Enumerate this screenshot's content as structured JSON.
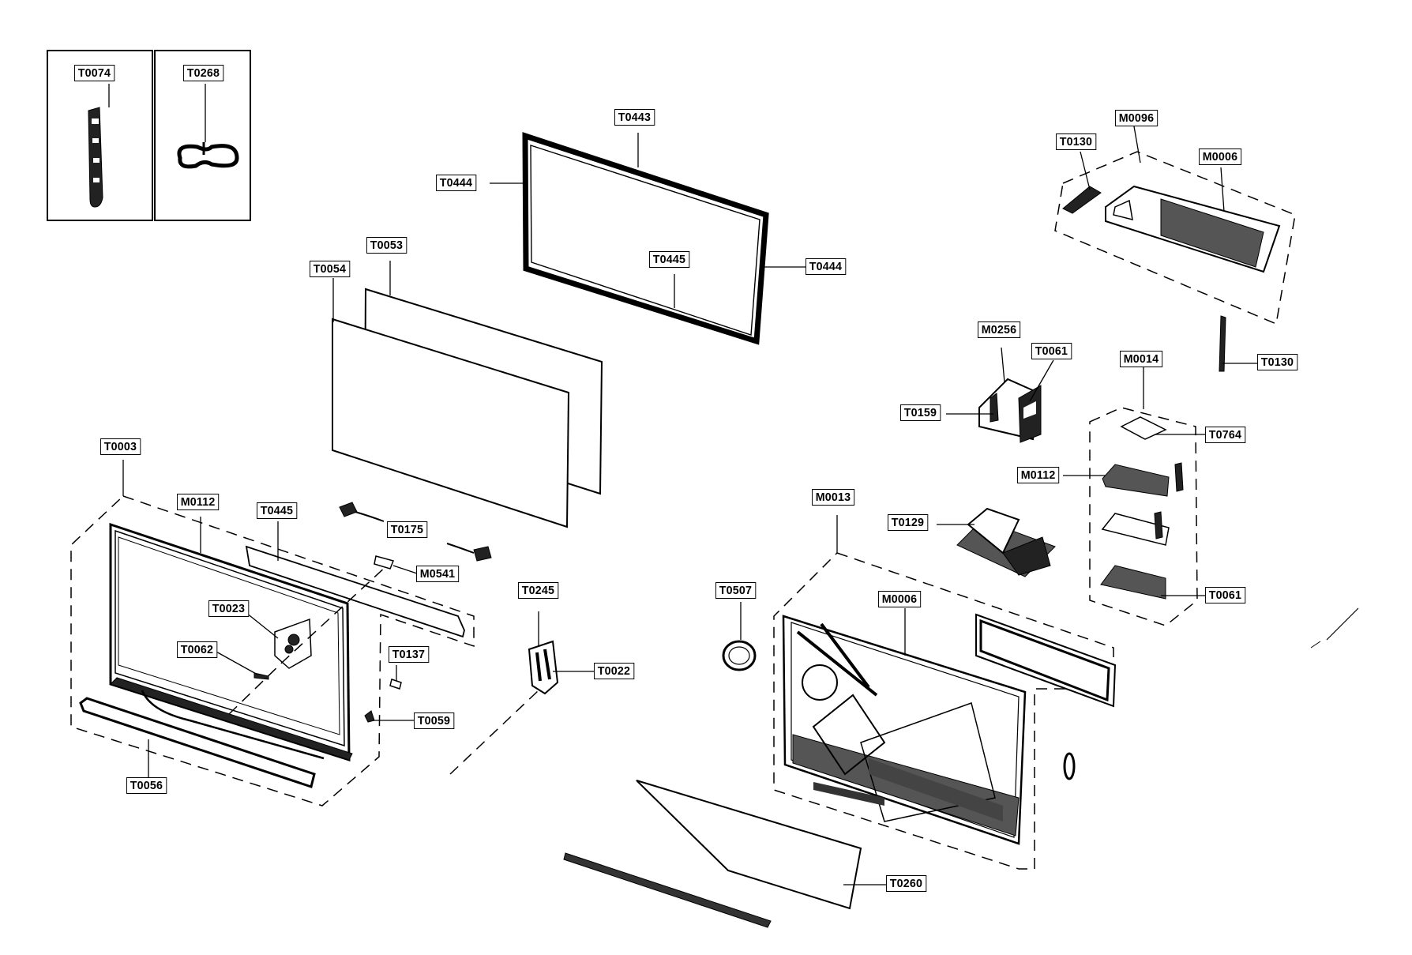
{
  "parts": [
    {
      "id": "lbl-T0074",
      "text": "T0074"
    },
    {
      "id": "lbl-T0268",
      "text": "T0268"
    },
    {
      "id": "lbl-T0443",
      "text": "T0443"
    },
    {
      "id": "lbl-T0444-a",
      "text": "T0444"
    },
    {
      "id": "lbl-T0444-b",
      "text": "T0444"
    },
    {
      "id": "lbl-T0445-a",
      "text": "T0445"
    },
    {
      "id": "lbl-T0053",
      "text": "T0053"
    },
    {
      "id": "lbl-T0054",
      "text": "T0054"
    },
    {
      "id": "lbl-T0003",
      "text": "T0003"
    },
    {
      "id": "lbl-M0112-a",
      "text": "M0112"
    },
    {
      "id": "lbl-T0445-b",
      "text": "T0445"
    },
    {
      "id": "lbl-T0175",
      "text": "T0175"
    },
    {
      "id": "lbl-M0541",
      "text": "M0541"
    },
    {
      "id": "lbl-T0023",
      "text": "T0023"
    },
    {
      "id": "lbl-T0062",
      "text": "T0062"
    },
    {
      "id": "lbl-T0137",
      "text": "T0137"
    },
    {
      "id": "lbl-T0059",
      "text": "T0059"
    },
    {
      "id": "lbl-T0056",
      "text": "T0056"
    },
    {
      "id": "lbl-T0245",
      "text": "T0245"
    },
    {
      "id": "lbl-T0022",
      "text": "T0022"
    },
    {
      "id": "lbl-T0507",
      "text": "T0507"
    },
    {
      "id": "lbl-M0013",
      "text": "M0013"
    },
    {
      "id": "lbl-M0006-b",
      "text": "M0006"
    },
    {
      "id": "lbl-T0129",
      "text": "T0129"
    },
    {
      "id": "lbl-T0260",
      "text": "T0260"
    },
    {
      "id": "lbl-T0130-a",
      "text": "T0130"
    },
    {
      "id": "lbl-M0096",
      "text": "M0096"
    },
    {
      "id": "lbl-M0006-a",
      "text": "M0006"
    },
    {
      "id": "lbl-T0130-b",
      "text": "T0130"
    },
    {
      "id": "lbl-M0256",
      "text": "M0256"
    },
    {
      "id": "lbl-T0061-a",
      "text": "T0061"
    },
    {
      "id": "lbl-T0159",
      "text": "T0159"
    },
    {
      "id": "lbl-M0014",
      "text": "M0014"
    },
    {
      "id": "lbl-T0764",
      "text": "T0764"
    },
    {
      "id": "lbl-M0112-b",
      "text": "M0112"
    },
    {
      "id": "lbl-T0061-b",
      "text": "T0061"
    }
  ]
}
